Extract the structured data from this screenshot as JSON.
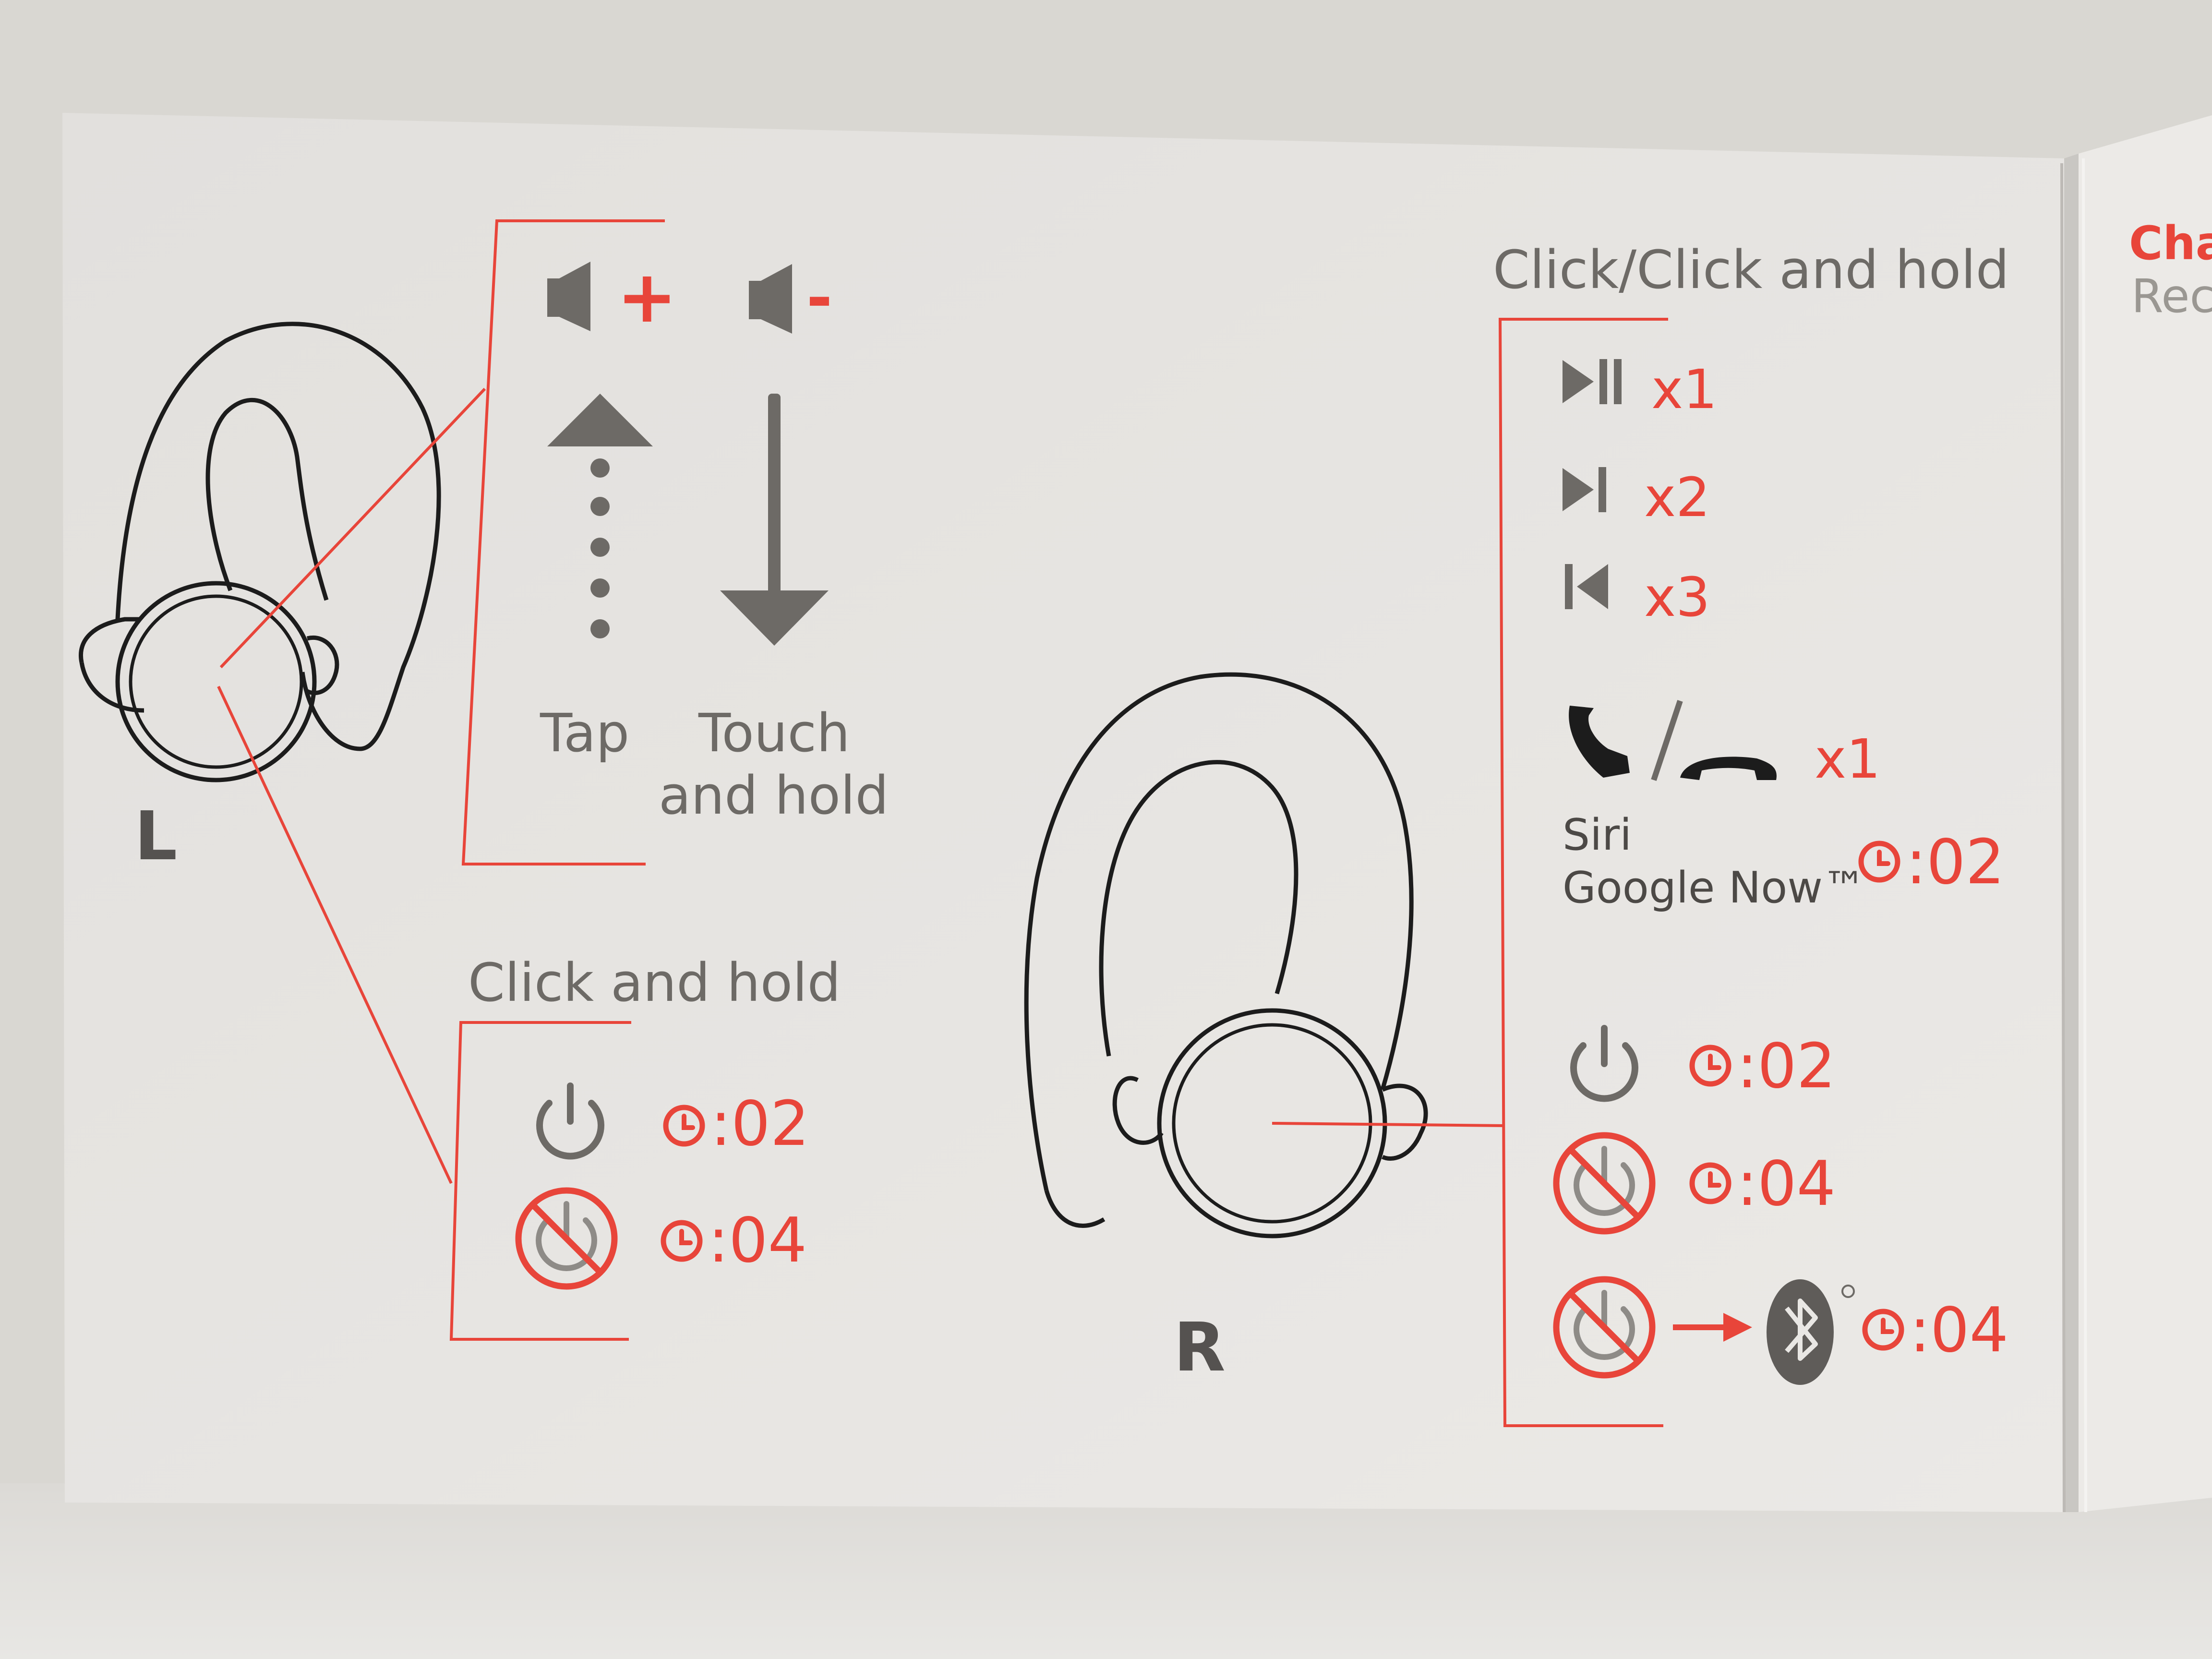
{
  "colors": {
    "card": "#e6e4e1",
    "right_card": "#eceae7",
    "background": "#d9d7d2",
    "accent_red": "#e8453a",
    "icon_gray": "#6d6a66",
    "outline": "#1c1c1c"
  },
  "left_earbud": {
    "side_label": "L",
    "volume_up_symbol": "+",
    "volume_down_symbol": "-",
    "tap_label": "Tap",
    "touch_label_line1": "Touch",
    "touch_label_line2": "and hold",
    "click_hold_title": "Click and hold",
    "power_on_time": ":02",
    "power_off_time": ":04"
  },
  "right_earbud": {
    "side_label": "R",
    "title": "Click/Click and hold",
    "play_pause_count": "x1",
    "next_track_count": "x2",
    "previous_track_count": "x3",
    "call_count": "x1",
    "assistant_line1": "Siri",
    "assistant_line2": "Google Now™",
    "assistant_time": ":02",
    "power_on_time": ":02",
    "power_off_time": ":04",
    "pairing_time": ":04"
  },
  "right_card_partial": {
    "line1": "Cha",
    "line2": "Rec"
  },
  "icons": [
    "speaker-volume-up-icon",
    "speaker-volume-down-icon",
    "up-arrow-icon",
    "down-arrow-icon",
    "power-icon",
    "power-off-icon",
    "clock-icon",
    "play-pause-icon",
    "next-track-icon",
    "previous-track-icon",
    "answer-call-icon",
    "end-call-icon",
    "bluetooth-icon"
  ]
}
